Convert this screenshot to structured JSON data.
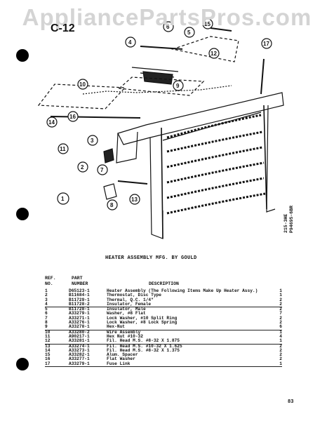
{
  "watermark": "AppliancePartsPros.com",
  "page_label": "C-12",
  "heading": "HEATER ASSEMBLY  MFG. BY GOULD",
  "side_code": [
    "215-3HE",
    "P94695-6BR"
  ],
  "columns": {
    "ref": [
      "REF.",
      "NO."
    ],
    "part": [
      "PART",
      "NUMBER"
    ],
    "description": "DESCRIPTION"
  },
  "parts": [
    {
      "ref": "1",
      "part": "D65123-1",
      "desc": "Heater Assembly (The Following Items Make Up Heater Assy.)",
      "qty": "1"
    },
    {
      "ref": "2",
      "part": "B11684-1",
      "desc": "Thermostat, Disc Type",
      "qty": "1"
    },
    {
      "ref": "3",
      "part": "B11729-1",
      "desc": "Thermal, Q.C. 1/4\"",
      "qty": "2"
    },
    {
      "ref": "4",
      "part": "B11728-2",
      "desc": "Insulator, Female",
      "qty": "2"
    },
    {
      "ref": "5",
      "part": "B11728-1",
      "desc": "Insulator, Male",
      "qty": "2"
    },
    {
      "ref": "6",
      "part": "A33279-1",
      "desc": "Washer, #8 Flat",
      "qty": "7"
    },
    {
      "ref": "7",
      "part": "A33271-1",
      "desc": "Lock Washer, #10 Split Ring",
      "qty": "2"
    },
    {
      "ref": "8",
      "part": "A33276-1",
      "desc": "Lock Washer, #8 Lock Spring",
      "qty": "2"
    },
    {
      "ref": "9",
      "part": "A33278-1",
      "desc": "Hex-Nut",
      "qty": "6"
    },
    {
      "ref": "10",
      "part": "A33280-2",
      "desc": "Wire Assembly",
      "qty": "1"
    },
    {
      "ref": "11",
      "part": "A90217-1",
      "desc": "Hex Nut #10-32",
      "qty": "4"
    },
    {
      "ref": "12",
      "part": "A33281-1",
      "desc": "Fil. Head M.S. #8-32 X 1.875",
      "qty": "1"
    },
    {
      "ref": "13",
      "part": "A33274-1",
      "desc": "Fil. Head M.S. #10-32 X 1.625",
      "qty": "2"
    },
    {
      "ref": "14",
      "part": "A33273-1",
      "desc": "Fil. Head M.S. #8-32 X 1.375",
      "qty": "2"
    },
    {
      "ref": "15",
      "part": "A33282-1",
      "desc": "Alum. Spacer",
      "qty": "2"
    },
    {
      "ref": "16",
      "part": "A33277-1",
      "desc": "Flat Washer",
      "qty": "2"
    },
    {
      "ref": "17",
      "part": "A33279-1",
      "desc": "Fuse Link",
      "qty": "1"
    }
  ],
  "callouts": [
    "1",
    "2",
    "3",
    "4",
    "5",
    "6",
    "7",
    "8",
    "9",
    "10",
    "11",
    "12",
    "13",
    "14",
    "15",
    "16",
    "17"
  ],
  "page_number": "83"
}
